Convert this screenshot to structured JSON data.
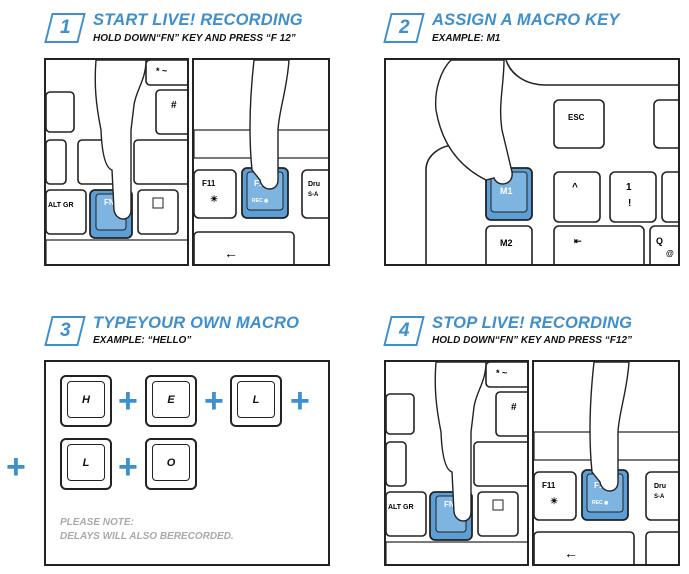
{
  "colors": {
    "accent": "#3d8fce",
    "key_highlight": "#5b9fd6",
    "note": "#a9a9a9"
  },
  "steps": [
    {
      "number": "1",
      "title": "START LIVE! RECORDING",
      "subtitle": "HOLD DOWN“FN” KEY AND PRESS “F 12”"
    },
    {
      "number": "2",
      "title": "ASSIGN A MACRO KEY",
      "subtitle": "EXAMPLE: M1"
    },
    {
      "number": "3",
      "title": "TYPEYOUR  OWN MACRO",
      "subtitle": "EXAMPLE: “HELLO”"
    },
    {
      "number": "4",
      "title": "STOP LIVE! RECORDING",
      "subtitle": "HOLD DOWN“FN” KEY  AND PRESS “F12”"
    }
  ],
  "keys": {
    "fn": "FN",
    "alt_gr": "ALT GR",
    "f11": "F11",
    "f12": "F12",
    "rec": "REC ◉",
    "dru": "Dru",
    "sa": "S-A",
    "esc": "ESC",
    "m1": "M1",
    "m2": "M2",
    "star": "* ~",
    "hash": "#",
    "one": "1",
    "excl": "!",
    "caret": "^",
    "q": "Q",
    "at": "@"
  },
  "macro_keys": [
    "H",
    "E",
    "L",
    "L",
    "O"
  ],
  "note": {
    "line1": "PLEASE NOTE:",
    "line2": "DELAYS WILL ALSO BERECORDED."
  }
}
